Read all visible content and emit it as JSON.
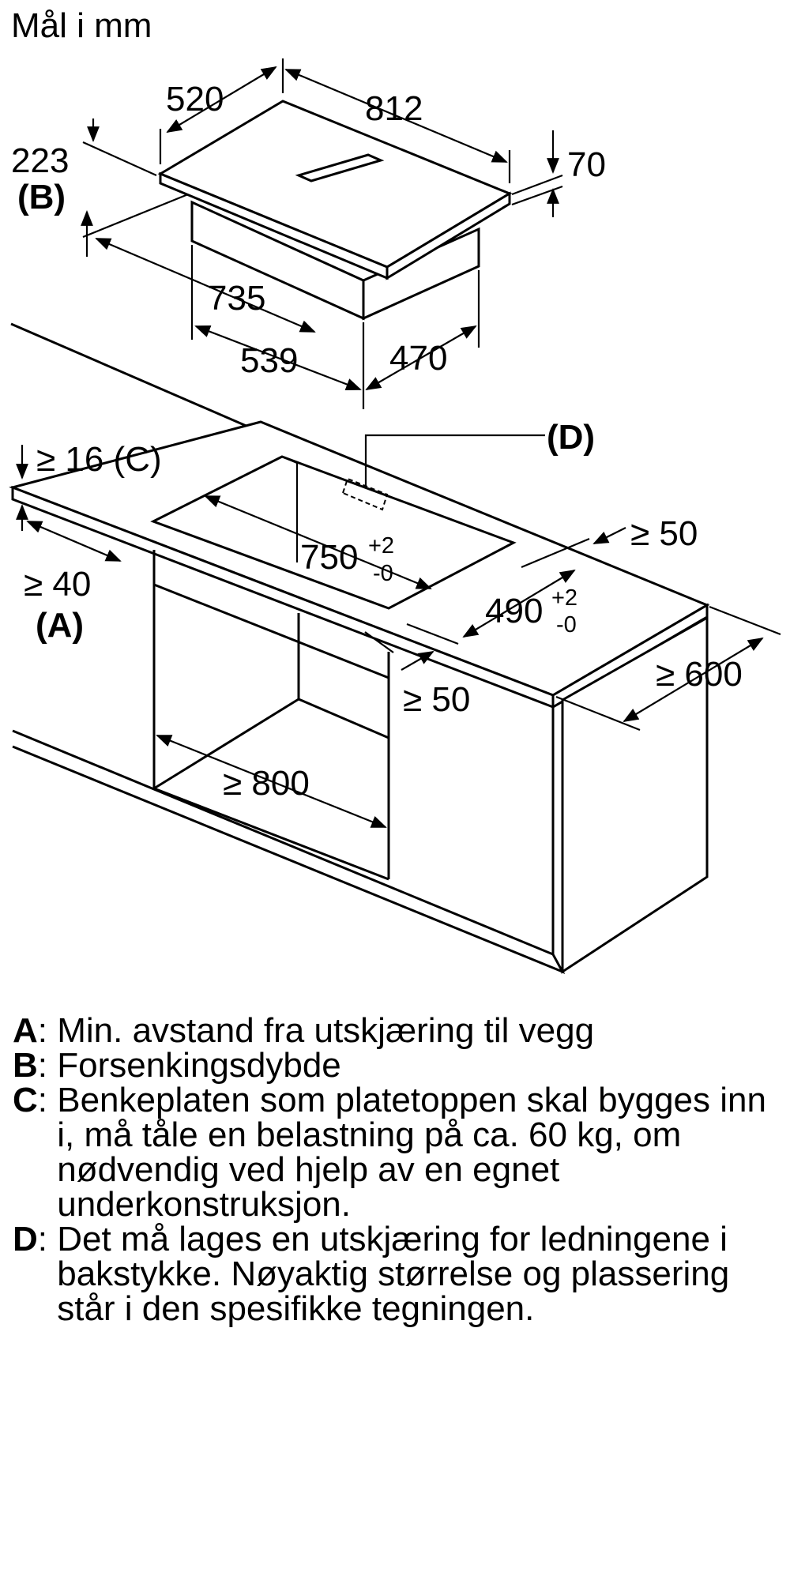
{
  "unit_note": "Mål i mm",
  "hob_dimensions": {
    "depth": "520",
    "width": "812",
    "height": "70",
    "recess_depth": "223",
    "recess_label": "(B)",
    "body_width": "735",
    "body_front": "539",
    "body_side": "470"
  },
  "installation": {
    "min_thickness": "≥ 16 (C)",
    "min_wall_distance": "≥ 40",
    "label_a": "(A)",
    "label_d": "(D)",
    "cutout_width": "750",
    "cutout_width_tol_plus": "+2",
    "cutout_width_tol_minus": "-0",
    "cutout_depth": "490",
    "cutout_depth_tol_plus": "+2",
    "cutout_depth_tol_minus": "-0",
    "min_side_distance": "≥ 50",
    "min_worktop_depth": "≥ 600",
    "min_front_distance": "≥ 50",
    "min_cabinet_width": "≥ 800"
  },
  "legend": [
    {
      "key": "A",
      "text": "Min. avstand fra utskjæring til vegg"
    },
    {
      "key": "B",
      "text": "Forsenkingsdybde"
    },
    {
      "key": "C",
      "text": "Benkeplaten som platetoppen skal bygges inn i, må tåle en belastning på ca. 60 kg, om nødvendig ved hjelp av en egnet underkonstruksjon."
    },
    {
      "key": "D",
      "text": "Det må lages en utskjæring for ledningene i bakstykke. Nøyaktig størrelse og plassering står i den spesifikke tegningen."
    }
  ]
}
